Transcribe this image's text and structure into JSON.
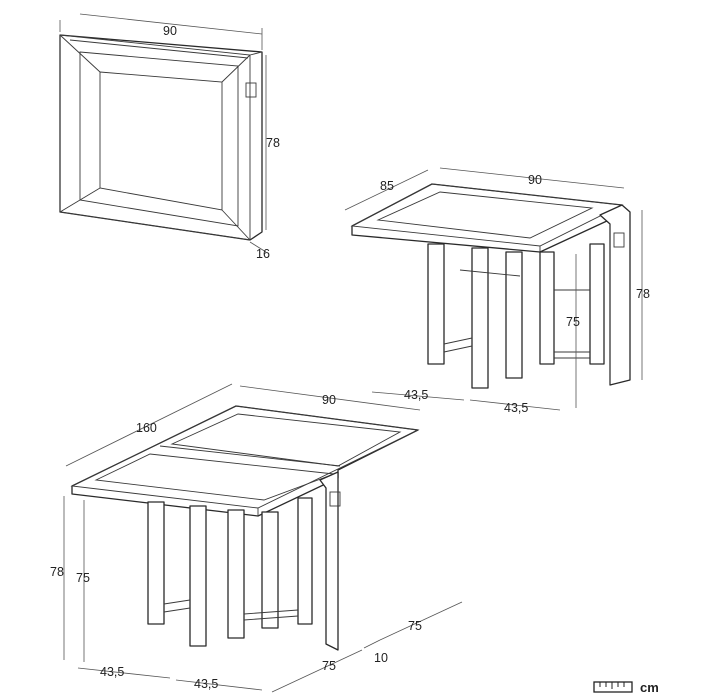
{
  "folded": {
    "width_label": "90",
    "height_label": "78",
    "depth_label": "16"
  },
  "half_open": {
    "width_label": "90",
    "depth_label": "85",
    "height_label": "78",
    "seat_height_label": "75",
    "leg_left_label": "43,5",
    "leg_right_label": "43,5"
  },
  "open": {
    "width_label": "90",
    "length_label": "160",
    "height_label": "78",
    "inner_height_label": "75",
    "leg_left_label": "43,5",
    "leg_right_label": "43,5",
    "base_a_label": "75",
    "base_b_label": "10",
    "base_c_label": "75"
  },
  "unit": {
    "label": "cm",
    "icon": "ruler-icon"
  }
}
